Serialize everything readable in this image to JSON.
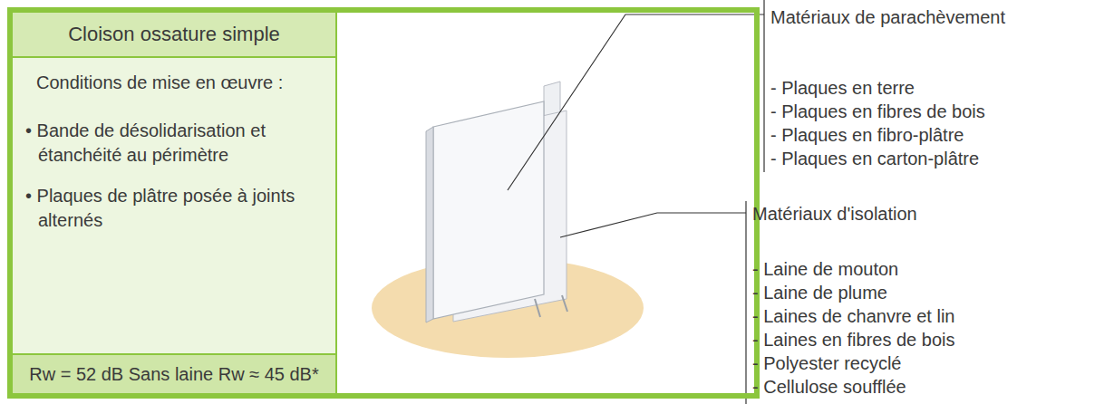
{
  "diagram": {
    "nodes": [
      {
        "text": [
          "Cloison ossature simple",
          "Conditions de mise en œuvre :",
          "• Bande de désolidarisation et étanchéité au périmètre",
          "• Plaques de plâtre posée à joints alternés",
          "Rw = 52 dB Sans laine Rw ≈ 45 dB*"
        ]
      }
    ],
    "labels": [
      "Matériaux de parachèvement",
      "- Plaques en terre",
      "- Plaques en fibres de bois",
      "- Plaques en fibro-plâtre",
      "- Plaques en carton-plâtre",
      "Matériaux d'isolation",
      "- Laine de mouton",
      "- Laine de plume",
      "- Laines de chanvre et lin",
      "- Laines en fibres de bois",
      "- Polyester recyclé",
      "- Cellulose soufflée"
    ]
  }
}
